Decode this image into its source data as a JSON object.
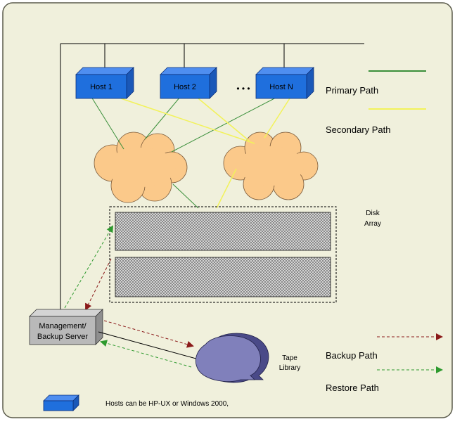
{
  "hosts": [
    {
      "label": "Host 1"
    },
    {
      "label": "Host 2"
    },
    {
      "label": "Host N"
    }
  ],
  "ellipsis": "• • •",
  "legend": {
    "primary": "Primary Path",
    "secondary": "Secondary Path",
    "backup": "Backup Path",
    "restore": "Restore Path"
  },
  "disk_array": {
    "line1": "Disk",
    "line2": "Array"
  },
  "server": {
    "line1": "Management/",
    "line2": "Backup Server"
  },
  "tape": {
    "line1": "Tape",
    "line2": "Library"
  },
  "note": "Hosts can be HP-UX or  Windows 2000,",
  "colors": {
    "background": "#f0f0dc",
    "border": "#5a5a4a",
    "host_fill": "#1f6fdd",
    "primary": "#3a8f3a",
    "secondary": "#f2f25a",
    "backup": "#8b1a1a",
    "restore": "#2e9a2e",
    "cloud": "#fbc98a",
    "tape": "#8080bb",
    "server": "#b9b9b9"
  }
}
